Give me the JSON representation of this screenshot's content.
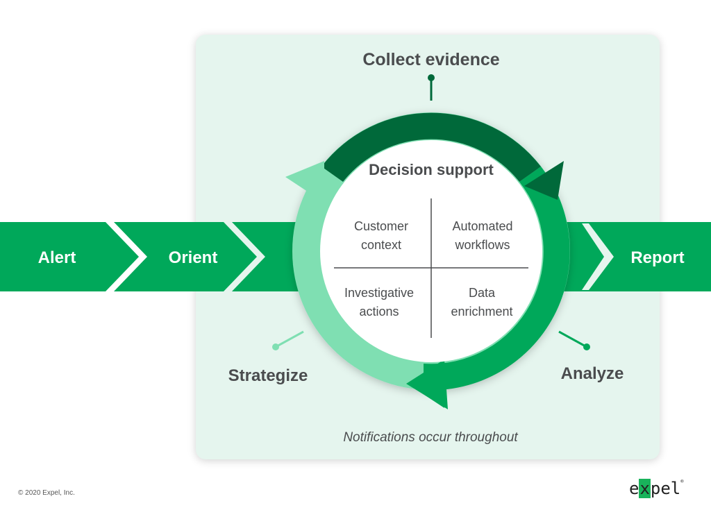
{
  "process_steps": [
    {
      "label": "Alert"
    },
    {
      "label": "Orient"
    },
    {
      "label": "Report"
    }
  ],
  "cycle": {
    "center_title": "Decision support",
    "stages": [
      {
        "label": "Collect evidence",
        "color": "#00693a"
      },
      {
        "label": "Analyze",
        "color": "#00a85a"
      },
      {
        "label": "Strategize",
        "color": "#7fdfb2"
      }
    ],
    "quadrants": [
      {
        "line1": "Customer",
        "line2": "context"
      },
      {
        "line1": "Automated",
        "line2": "workflows"
      },
      {
        "line1": "Investigative",
        "line2": "actions"
      },
      {
        "line1": "Data",
        "line2": "enrichment"
      }
    ]
  },
  "note": "Notifications occur throughout",
  "footer": {
    "copyright": "© 2020 Expel, Inc."
  },
  "logo": {
    "pre": "e",
    "box": "x",
    "post": "pel",
    "mark": "®"
  },
  "colors": {
    "primary": "#00a85a",
    "dark": "#00693a",
    "light": "#7fdfb2",
    "panel": "#e5f5ee",
    "text": "#4a4c4e"
  }
}
